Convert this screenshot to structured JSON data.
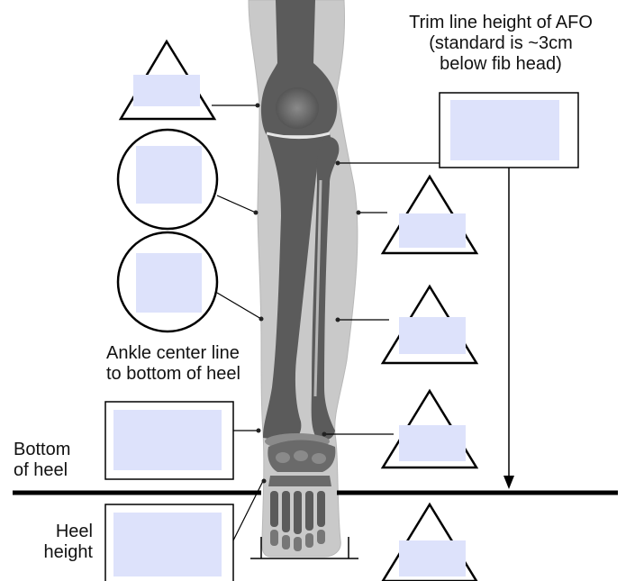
{
  "labels": {
    "trim_line_1": "Trim line height of AFO",
    "trim_line_2": "(standard is ~3cm",
    "trim_line_3": "below fib head)",
    "ankle_center_1": "Ankle center line",
    "ankle_center_2": "to bottom of heel",
    "bottom_heel_1": "Bottom",
    "bottom_heel_2": "of heel",
    "heel_height_1": "Heel",
    "heel_height_2": "height"
  },
  "colors": {
    "answer_box_fill": "#dde2fb",
    "leg_outline_fill": "#c9c9c9",
    "bone_fill": "#5b5b5b",
    "bone_light": "#8a8a8a",
    "line": "#000000"
  },
  "answer_boxes": {
    "count": 10,
    "state": "empty"
  }
}
